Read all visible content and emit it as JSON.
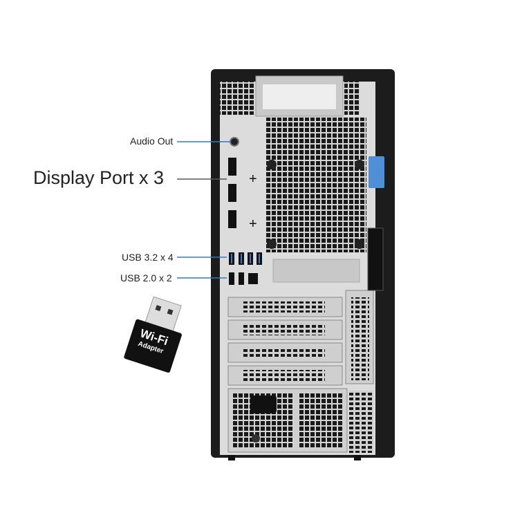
{
  "labels": {
    "audio_out": "Audio Out",
    "display_port": "Display Port x 3",
    "usb32": "USB 3.2 x 4",
    "usb20": "USB 2.0 x 2"
  },
  "dongle": {
    "line1": "Wi-Fi",
    "line2": "Adapter"
  },
  "colors": {
    "callout_line": "#3a78b8",
    "latch": "#4f8fd8",
    "chassis": "#1c1c1c",
    "panel": "#d9d9d9"
  }
}
